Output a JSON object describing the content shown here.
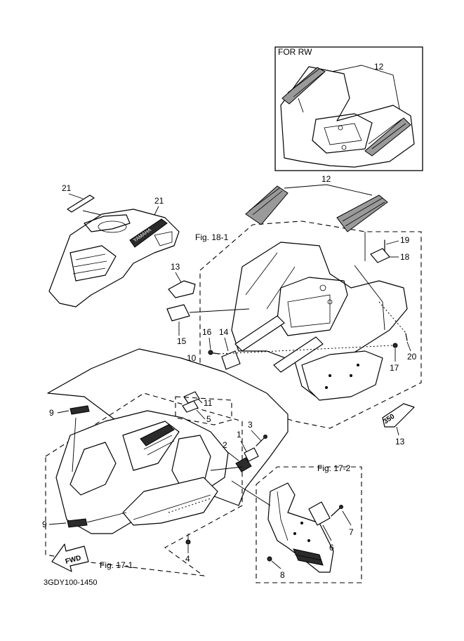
{
  "inset": {
    "label": "FOR RW",
    "callout": "12"
  },
  "figures": {
    "fig_18_1": "Fig. 18-1",
    "fig_17_1": "Fig. 17-1",
    "fig_17_2": "Fig. 17-2"
  },
  "callouts": {
    "c12_main": "12",
    "c21_left": "21",
    "c21_tank": "21",
    "c13_upper": "13",
    "c15": "15",
    "c16": "16",
    "c14": "14",
    "c19": "19",
    "c18": "18",
    "c17": "17",
    "c20": "20",
    "c10": "10",
    "c9_upper": "9",
    "c11": "11",
    "c5": "5",
    "c3": "3",
    "c1": "1",
    "c2": "2",
    "c13_lower": "13",
    "c9_lower": "9",
    "c4": "4",
    "c7": "7",
    "c6": "6",
    "c8": "8"
  },
  "decals": {
    "fwd": "FWD",
    "yamaha_tank": "YAMAHA",
    "emblem": "350"
  },
  "drawing_code": "3GDY100-1450"
}
